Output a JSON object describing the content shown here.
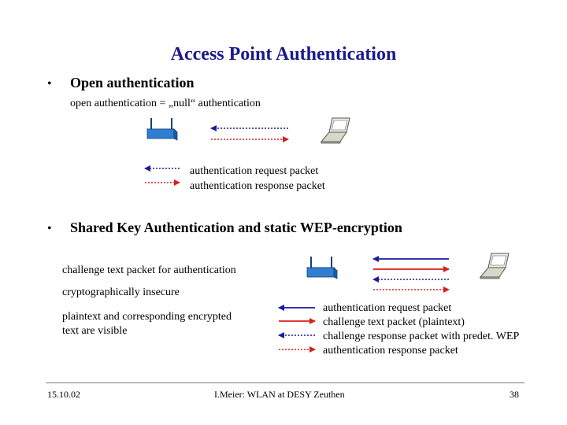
{
  "slide": {
    "title": "Access Point Authentication",
    "bullet1": {
      "marker": "•",
      "heading": "Open authentication",
      "subtext": "open authentication = „null“ authentication",
      "legend": [
        {
          "style": "blue-dotted",
          "label": "authentication request packet"
        },
        {
          "style": "red-dotted",
          "label": "authentication response packet"
        }
      ]
    },
    "bullet2": {
      "marker": "•",
      "heading": "Shared Key Authentication and static WEP-encryption",
      "notes": [
        "challenge text packet for authentication",
        "cryptographically insecure",
        "plaintext and corresponding encrypted",
        "text are visible"
      ],
      "legend": [
        {
          "style": "blue-solid",
          "label": "authentication request packet"
        },
        {
          "style": "red-solid",
          "label": "challenge text packet (plaintext)"
        },
        {
          "style": "blue-dotted",
          "label": "challenge response packet with predet. WEP"
        },
        {
          "style": "red-dotted",
          "label": "authentication response packet"
        }
      ]
    },
    "footer": {
      "date": "15.10.02",
      "author": "I.Meier: WLAN at DESY Zeuthen",
      "page": "38"
    }
  },
  "colors": {
    "title": "#1a1a8c",
    "blue": "#1a1aa0",
    "red": "#d42020",
    "ap_body": "#2f7fd0",
    "laptop": "#d8d8c8"
  },
  "icons": [
    "access-point-icon",
    "laptop-icon"
  ]
}
